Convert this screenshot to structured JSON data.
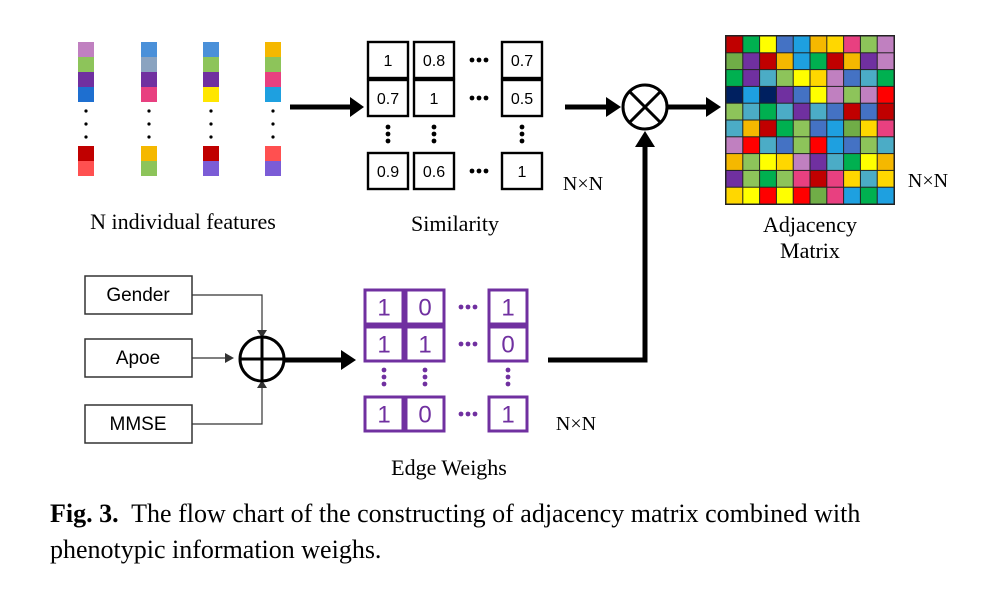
{
  "features": {
    "label": "N individual features",
    "dots": "·",
    "columns": [
      {
        "top": [
          "#c080c0",
          "#8dc45a",
          "#7030a0",
          "#1e6fd0"
        ],
        "bottom": [
          "#c00000",
          "#ff5050"
        ]
      },
      {
        "top": [
          "#4a90d9",
          "#8aa3c0",
          "#7030a0",
          "#e84080"
        ],
        "bottom": [
          "#f5b800",
          "#8dc45a"
        ]
      },
      {
        "top": [
          "#4a90d9",
          "#8dc45a",
          "#7030a0",
          "#ffe600"
        ],
        "bottom": [
          "#c00000",
          "#7b5cd6"
        ]
      },
      {
        "top": [
          "#f5b800",
          "#8dc45a",
          "#e84080",
          "#1ea0e0"
        ],
        "bottom": [
          "#ff5050",
          "#7b5cd6"
        ]
      }
    ]
  },
  "similarity": {
    "label": "Similarity",
    "size_label": "N×N",
    "rows": [
      [
        "1",
        "0.8",
        "0.7"
      ],
      [
        "0.7",
        "1",
        "0.5"
      ],
      [
        "0.9",
        "0.6",
        "1"
      ]
    ],
    "ellipsis": "•••",
    "vdots": "⋮"
  },
  "phenotypes": {
    "items": [
      "Gender",
      "Apoe",
      "MMSE"
    ]
  },
  "edge_weights": {
    "label": "Edge Weighs",
    "size_label": "N×N",
    "rows": [
      [
        "1",
        "0",
        "1"
      ],
      [
        "1",
        "1",
        "0"
      ],
      [
        "1",
        "0",
        "1"
      ]
    ],
    "color": "#7030a0"
  },
  "adjacency": {
    "label_line1": "Adjacency",
    "label_line2": "Matrix",
    "size_label": "N×N",
    "palette": [
      "#c00000",
      "#1ea0e0",
      "#8dc45a",
      "#ffd700",
      "#7030a0",
      "#ff0000",
      "#002060",
      "#00b050",
      "#f5b800",
      "#4472c4",
      "#e84080",
      "#70ad47",
      "#c080c0",
      "#4bacc6",
      "#ffff00"
    ]
  },
  "caption": {
    "fig_label": "Fig. 3.",
    "text": "The flow chart of  the constructing of adjacency matrix combined with phenotypic information weighs."
  }
}
